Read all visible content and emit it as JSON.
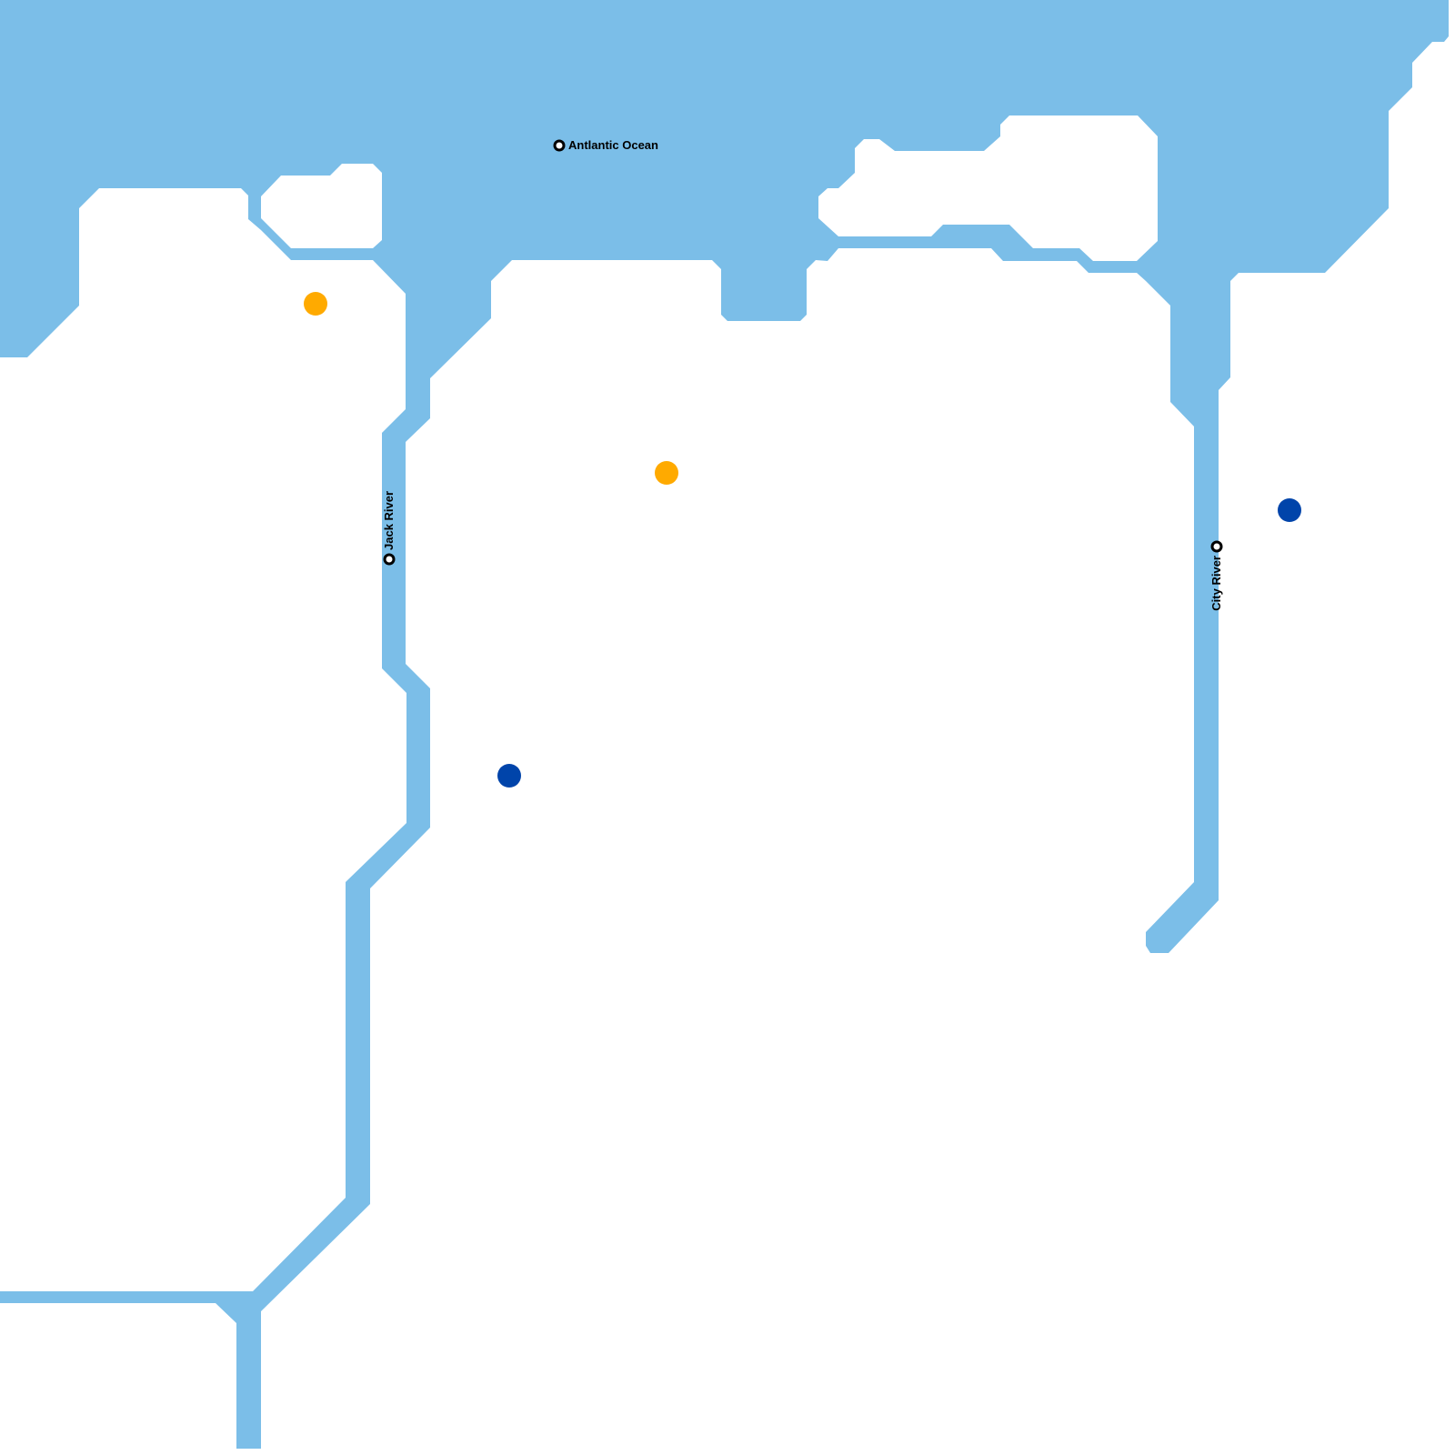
{
  "map": {
    "colors": {
      "background": "#ffffff",
      "water": "#7bbee8",
      "marker_orange": "#ffaa00",
      "marker_blue": "#0044aa",
      "label_marker_stroke": "#000000",
      "label_marker_fill": "#ffffff",
      "label_text": "#000000"
    },
    "labels": [
      {
        "id": "atlantic",
        "text": "Antlantic Ocean",
        "type": "ocean",
        "orientation": "horizontal"
      },
      {
        "id": "jack",
        "text": "Jack River",
        "type": "river",
        "orientation": "vertical"
      },
      {
        "id": "city",
        "text": "City River",
        "type": "river",
        "orientation": "vertical"
      }
    ],
    "markers": [
      {
        "id": "orange-1",
        "color": "orange"
      },
      {
        "id": "orange-2",
        "color": "orange"
      },
      {
        "id": "blue-1",
        "color": "blue"
      },
      {
        "id": "blue-2",
        "color": "blue"
      }
    ]
  }
}
